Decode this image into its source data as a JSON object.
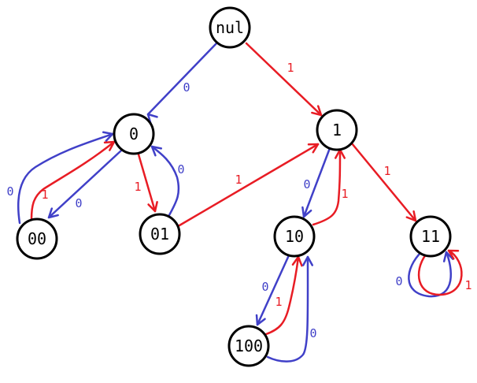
{
  "colors": {
    "zero": "#4040c8",
    "one": "#e81c24",
    "node_stroke": "#000000"
  },
  "nodes": [
    {
      "id": "nul",
      "label": "nul"
    },
    {
      "id": "0",
      "label": "0"
    },
    {
      "id": "1",
      "label": "1"
    },
    {
      "id": "00",
      "label": "00"
    },
    {
      "id": "01",
      "label": "01"
    },
    {
      "id": "10",
      "label": "10"
    },
    {
      "id": "11",
      "label": "11"
    },
    {
      "id": "100",
      "label": "100"
    }
  ],
  "edges": [
    {
      "from": "nul",
      "to": "0",
      "label": "0"
    },
    {
      "from": "nul",
      "to": "1",
      "label": "1"
    },
    {
      "from": "0",
      "to": "00",
      "label": "0"
    },
    {
      "from": "0",
      "to": "01",
      "label": "1"
    },
    {
      "from": "00",
      "to": "0",
      "label": "0"
    },
    {
      "from": "00",
      "to": "0",
      "label": "1"
    },
    {
      "from": "01",
      "to": "0",
      "label": "0"
    },
    {
      "from": "01",
      "to": "1",
      "label": "1"
    },
    {
      "from": "1",
      "to": "10",
      "label": "0"
    },
    {
      "from": "1",
      "to": "11",
      "label": "1"
    },
    {
      "from": "10",
      "to": "1",
      "label": "1"
    },
    {
      "from": "10",
      "to": "100",
      "label": "0"
    },
    {
      "from": "100",
      "to": "10",
      "label": "1"
    },
    {
      "from": "100",
      "to": "10",
      "label": "0"
    },
    {
      "from": "11",
      "to": "11",
      "label": "0"
    },
    {
      "from": "11",
      "to": "11",
      "label": "1"
    }
  ]
}
